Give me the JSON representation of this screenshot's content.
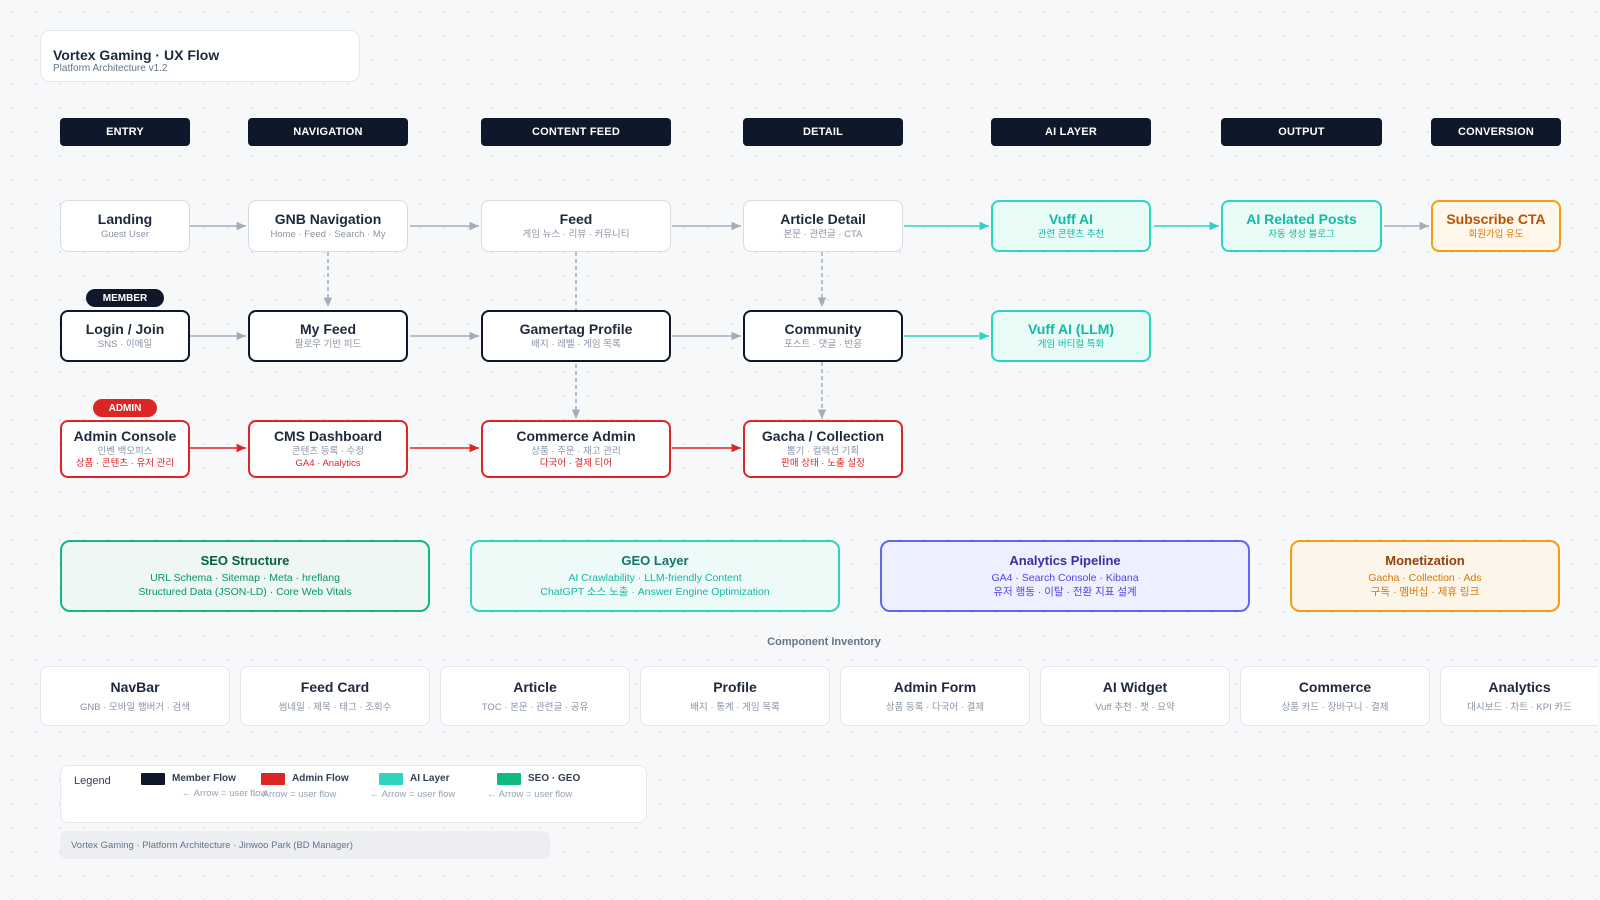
{
  "header": {
    "title": "Vortex Gaming · UX Flow",
    "subtitle": "Platform Architecture v1.2"
  },
  "columns": [
    "ENTRY",
    "NAVIGATION",
    "CONTENT FEED",
    "DETAIL",
    "AI LAYER",
    "OUTPUT",
    "CONVERSION"
  ],
  "badges": {
    "member": "MEMBER",
    "admin": "ADMIN"
  },
  "guest_row": [
    {
      "title": "Landing",
      "sub": "Guest User"
    },
    {
      "title": "GNB Navigation",
      "sub": "Home · Feed · Search · My"
    },
    {
      "title": "Feed",
      "sub": "게임 뉴스 · 리뷰 · 커뮤니티"
    },
    {
      "title": "Article Detail",
      "sub": "본문 · 관련글 · CTA"
    },
    {
      "title": "Vuff AI",
      "sub": "관련 콘텐츠 추천"
    },
    {
      "title": "AI Related Posts",
      "sub": "자동 생성 블로그"
    },
    {
      "title": "Subscribe CTA",
      "sub": "회원가입 유도"
    }
  ],
  "member_row": [
    {
      "title": "Login / Join",
      "sub": "SNS · 이메일"
    },
    {
      "title": "My Feed",
      "sub": "팔로우 기반 피드"
    },
    {
      "title": "Gamertag Profile",
      "sub": "배지 · 레벨 · 게임 목록"
    },
    {
      "title": "Community",
      "sub": "포스트 · 댓글 · 반응"
    },
    {
      "title": "Vuff AI (LLM)",
      "sub": "게임 버티컬 특화"
    }
  ],
  "admin_row": [
    {
      "title": "Admin Console",
      "sub": "인벤 백오피스",
      "sub2": "상품 · 콘텐츠 · 유저 관리"
    },
    {
      "title": "CMS Dashboard",
      "sub": "콘텐츠 등록 · 수정",
      "sub2": "GA4 · Analytics"
    },
    {
      "title": "Commerce Admin",
      "sub": "상품 · 주문 · 재고 관리",
      "sub2": "다국어 · 결제 티어"
    },
    {
      "title": "Gacha / Collection",
      "sub": "뽑기 · 컬렉션 기획",
      "sub2": "판매 상태 · 노출 설정"
    }
  ],
  "panels": [
    {
      "title": "SEO Structure",
      "line1": "URL Schema · Sitemap · Meta · hreflang",
      "line2": "Structured Data (JSON-LD) · Core Web Vitals"
    },
    {
      "title": "GEO Layer",
      "line1": "AI Crawlability · LLM-friendly Content",
      "line2": "ChatGPT 소스 노출 · Answer Engine Optimization"
    },
    {
      "title": "Analytics Pipeline",
      "line1": "GA4 · Search Console · Kibana",
      "line2": "유저 행동 · 이탈 · 전환 지표 설계"
    },
    {
      "title": "Monetization",
      "line1": "Gacha · Collection · Ads",
      "line2": "구독 · 멤버십 · 제휴 링크"
    }
  ],
  "inventory": {
    "title": "Component Inventory",
    "items": [
      {
        "title": "NavBar",
        "sub": "GNB · 모바일 햄버거 · 검색"
      },
      {
        "title": "Feed Card",
        "sub": "썸네일 · 제목 · 태그 · 조회수"
      },
      {
        "title": "Article",
        "sub": "TOC · 본문 · 관련글 · 공유"
      },
      {
        "title": "Profile",
        "sub": "배지 · 통계 · 게임 목록"
      },
      {
        "title": "Admin Form",
        "sub": "상품 등록 · 다국어 · 결제"
      },
      {
        "title": "AI Widget",
        "sub": "Vuff 추천 · 챗 · 요약"
      },
      {
        "title": "Commerce",
        "sub": "상품 카드 · 장바구니 · 결제"
      },
      {
        "title": "Analytics",
        "sub": "대시보드 · 차트 · KPI 카드"
      }
    ]
  },
  "legend": {
    "title": "Legend",
    "items": [
      {
        "name": "Member Flow",
        "color": "#0f172a",
        "arrow": "← Arrow = user flow"
      },
      {
        "name": "Admin Flow",
        "color": "#dc2626",
        "arrow": "← Arrow = user flow"
      },
      {
        "name": "AI Layer",
        "color": "#2dd4bf",
        "arrow": "← Arrow = user flow"
      },
      {
        "name": "SEO · GEO",
        "color": "#10b981",
        "arrow": "← Arrow = user flow"
      }
    ]
  },
  "footer": "Vortex Gaming · Platform Architecture · Jinwoo Park (BD Manager)",
  "colors": {
    "member": "#0f172a",
    "admin": "#dc2626",
    "ai": "#2dd4bf",
    "seo": "#10b981",
    "analytics": "#6366f1",
    "monetization": "#f59e0b",
    "guest_line": "#a3acbb"
  }
}
